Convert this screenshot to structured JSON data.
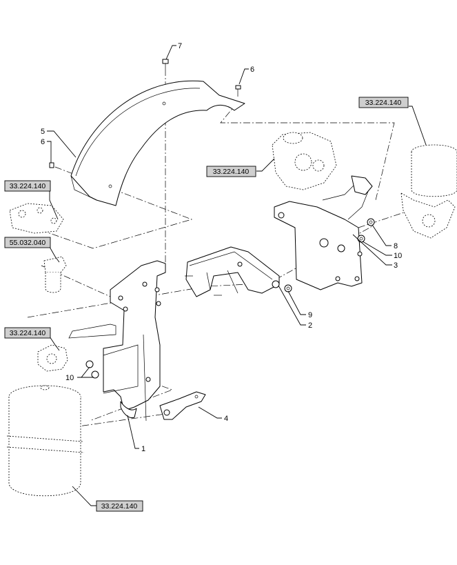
{
  "ref_labels": {
    "r1": "33.224.140",
    "r2": "33.224.140",
    "r3": "33.224.140",
    "r4": "55.032.040",
    "r5": "33.224.140",
    "r6": "33.224.140"
  },
  "callouts": {
    "c1": "1",
    "c2": "2",
    "c3": "3",
    "c4": "4",
    "c5": "5",
    "c6a": "6",
    "c6b": "6",
    "c7": "7",
    "c8": "8",
    "c9": "9",
    "c10a": "10",
    "c10b": "10"
  }
}
